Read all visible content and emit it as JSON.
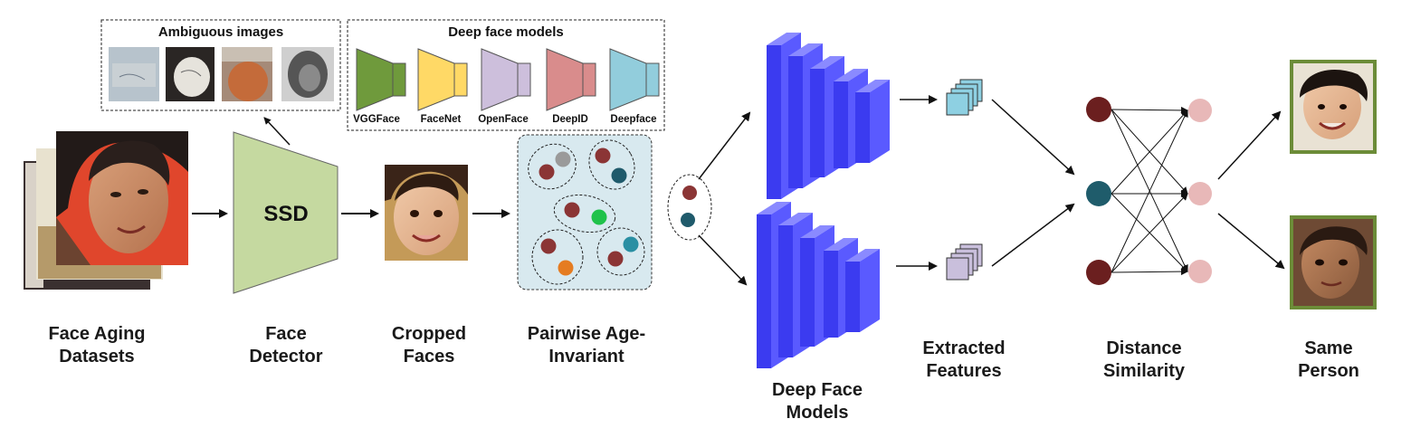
{
  "stages": {
    "datasets": [
      "Face Aging",
      "Datasets"
    ],
    "detector": [
      "Face",
      "Detector"
    ],
    "cropped": [
      "Cropped",
      "Faces"
    ],
    "pairwise": [
      "Pairwise Age-",
      "Invariant"
    ],
    "deep_models": [
      "Deep Face",
      "Models"
    ],
    "features": [
      "Extracted",
      "Features"
    ],
    "distance": [
      "Distance",
      "Similarity"
    ],
    "same": [
      "Same",
      "Person"
    ]
  },
  "detector_block_label": "SSD",
  "ambiguous_box": {
    "title": "Ambiguous images"
  },
  "models_box": {
    "title": "Deep face models",
    "models": [
      {
        "name": "VGGFace",
        "color": "#6f9a3c"
      },
      {
        "name": "FaceNet",
        "color": "#ffd966"
      },
      {
        "name": "OpenFace",
        "color": "#cdbfdc"
      },
      {
        "name": "DeepID",
        "color": "#d98c8c"
      },
      {
        "name": "Deepface",
        "color": "#92cddc"
      }
    ]
  },
  "colors": {
    "ssd_fill": "#c5d9a0",
    "cnn_front": "#3b3bf0",
    "cnn_side": "#5a5aff",
    "cnn_top": "#8a8aff",
    "pairwise_bg": "#d8e9ef",
    "dot_red": "#8b3535",
    "dot_teal": "#1f5a6b",
    "dot_gray": "#9a9a9a",
    "dot_green": "#1fc24a",
    "dot_orange": "#e57c21",
    "dot_cyan": "#2a8fa3",
    "node_dark": "#6b1f1f",
    "node_teal": "#1f5c6b",
    "node_pink": "#e8b8b8",
    "feat_top": "#8ed0e2",
    "feat_bottom": "#c9bfdc",
    "photo_border": "#6c8c38"
  }
}
